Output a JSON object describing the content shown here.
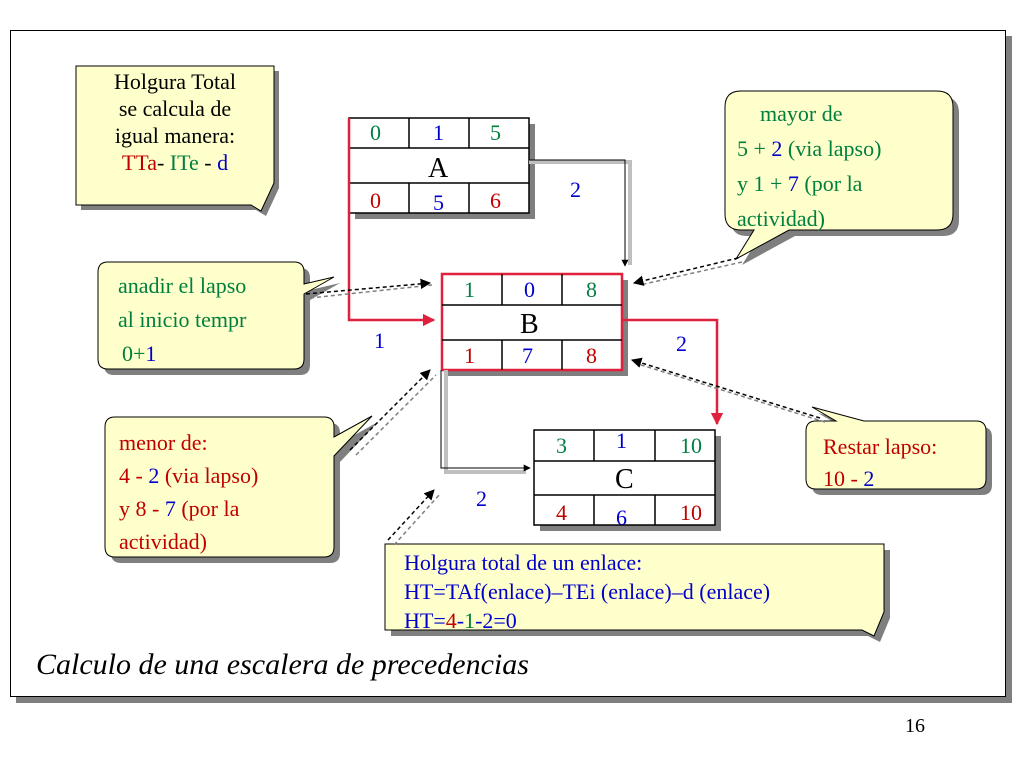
{
  "page_number": "16",
  "title": "Calculo de una escalera de precedencias",
  "nodes": {
    "A": {
      "label": "A",
      "top": [
        "0",
        "1",
        "5"
      ],
      "bottom": [
        "0",
        "5",
        "6"
      ]
    },
    "B": {
      "label": "B",
      "top": [
        "1",
        "0",
        "8"
      ],
      "bottom": [
        "1",
        "7",
        "8"
      ]
    },
    "C": {
      "label": "C",
      "top": [
        "3",
        "1",
        "10"
      ],
      "bottom": [
        "4",
        "6",
        "10"
      ]
    }
  },
  "lags": {
    "a_b": "1",
    "a_b_top": "2",
    "b_c": "2",
    "b_c_right": "2"
  },
  "callouts": {
    "holgura_total": {
      "lines": [
        "Holgura Total",
        "se calcula de",
        "igual manera:"
      ],
      "tta": "TTa",
      "sep1": "- ",
      "ite": "ITe",
      "sep2": " - ",
      "d": "d"
    },
    "anadir": {
      "line1": "anadir el lapso",
      "line2": "al inicio tempr",
      "l3_a": "0+",
      "l3_b": "1"
    },
    "menor": {
      "line1": "menor de:",
      "l2_a": "4",
      "l2_sep": " - ",
      "l2_b": "2",
      "l2_c": " (via lapso)",
      "l3_a": "y ",
      "l3_b": "8",
      "l3_sep": " - ",
      "l3_c": "7",
      "l3_d": " (por la",
      "line4": "actividad)"
    },
    "mayor": {
      "line1": "mayor de",
      "l2_a": "5",
      "l2_plus": " + ",
      "l2_b": "2",
      "l2_c": " (via lapso)",
      "l3_a": "y 1",
      "l3_plus": " + ",
      "l3_b": "7",
      "l3_c": " (por la",
      "line4": "actividad)"
    },
    "restar": {
      "line1": "Restar lapso:",
      "l2_a": "10",
      "l2_sep": " - ",
      "l2_b": "2"
    },
    "holgura_enlace": {
      "line1": "Holgura total de un enlace:",
      "line2": "HT=TAf(enlace)–TEi (enlace)–d (enlace)",
      "l3_a": "HT=",
      "l3_b": "4",
      "l3_c": "-",
      "l3_d": "1",
      "l3_e": "-2=0"
    }
  },
  "colors": {
    "red": "#c00000",
    "green": "#007f3f",
    "blue": "#0000cc",
    "callout_fill": "#ffffcc",
    "critical_path": "#e0203c"
  }
}
